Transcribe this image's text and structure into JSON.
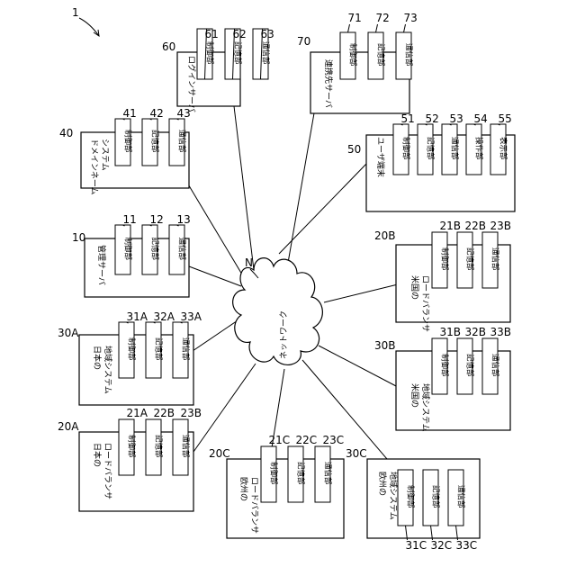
{
  "figure_label": "1",
  "network": {
    "ref": "N",
    "label": "ネットワーク"
  },
  "units": [
    {
      "ref": "60",
      "title": [
        "ログインサーバ"
      ],
      "subs": [
        {
          "ref": "61",
          "label": "制御部"
        },
        {
          "ref": "62",
          "label": "記憶部"
        },
        {
          "ref": "63",
          "label": "通信部"
        }
      ]
    },
    {
      "ref": "70",
      "title": [
        "連携先サーバ"
      ],
      "subs": [
        {
          "ref": "71",
          "label": "制御部"
        },
        {
          "ref": "72",
          "label": "記憶部"
        },
        {
          "ref": "73",
          "label": "通信部"
        }
      ]
    },
    {
      "ref": "40",
      "title": [
        "ドメインネーム",
        "システム"
      ],
      "subs": [
        {
          "ref": "41",
          "label": "制御部"
        },
        {
          "ref": "42",
          "label": "記憶部"
        },
        {
          "ref": "43",
          "label": "通信部"
        }
      ]
    },
    {
      "ref": "50",
      "title": [
        "ユーザ端末"
      ],
      "subs": [
        {
          "ref": "51",
          "label": "制御部"
        },
        {
          "ref": "52",
          "label": "記憶部"
        },
        {
          "ref": "53",
          "label": "通信部"
        },
        {
          "ref": "54",
          "label": "操作部"
        },
        {
          "ref": "55",
          "label": "表示部"
        }
      ]
    },
    {
      "ref": "10",
      "title": [
        "管理サーバ"
      ],
      "subs": [
        {
          "ref": "11",
          "label": "制御部"
        },
        {
          "ref": "12",
          "label": "記憶部"
        },
        {
          "ref": "13",
          "label": "通信部"
        }
      ]
    },
    {
      "ref": "20B",
      "title": [
        "米国の",
        "ロードバランサ"
      ],
      "subs": [
        {
          "ref": "21B",
          "label": "制御部"
        },
        {
          "ref": "22B",
          "label": "記憶部"
        },
        {
          "ref": "23B",
          "label": "通信部"
        }
      ]
    },
    {
      "ref": "30A",
      "title": [
        "日本の",
        "地域システム"
      ],
      "subs": [
        {
          "ref": "31A",
          "label": "制御部"
        },
        {
          "ref": "32A",
          "label": "記憶部"
        },
        {
          "ref": "33A",
          "label": "通信部"
        }
      ]
    },
    {
      "ref": "30B",
      "title": [
        "米国の",
        "地域システム"
      ],
      "subs": [
        {
          "ref": "31B",
          "label": "制御部"
        },
        {
          "ref": "32B",
          "label": "記憶部"
        },
        {
          "ref": "33B",
          "label": "通信部"
        }
      ]
    },
    {
      "ref": "20A",
      "title": [
        "日本の",
        "ロードバランサ"
      ],
      "subs": [
        {
          "ref": "21A",
          "label": "制御部"
        },
        {
          "ref": "22B",
          "label": "記憶部"
        },
        {
          "ref": "23B",
          "label": "通信部"
        }
      ]
    },
    {
      "ref": "20C",
      "title": [
        "欧州の",
        "ロードバランサ"
      ],
      "subs": [
        {
          "ref": "21C",
          "label": "制御部"
        },
        {
          "ref": "22C",
          "label": "記憶部"
        },
        {
          "ref": "23C",
          "label": "通信部"
        }
      ]
    },
    {
      "ref": "30C",
      "title": [
        "欧州の",
        "地域システム"
      ],
      "subs": [
        {
          "ref": "31C",
          "label": "制御部"
        },
        {
          "ref": "32C",
          "label": "記憶部"
        },
        {
          "ref": "33C",
          "label": "通信部"
        }
      ]
    }
  ]
}
